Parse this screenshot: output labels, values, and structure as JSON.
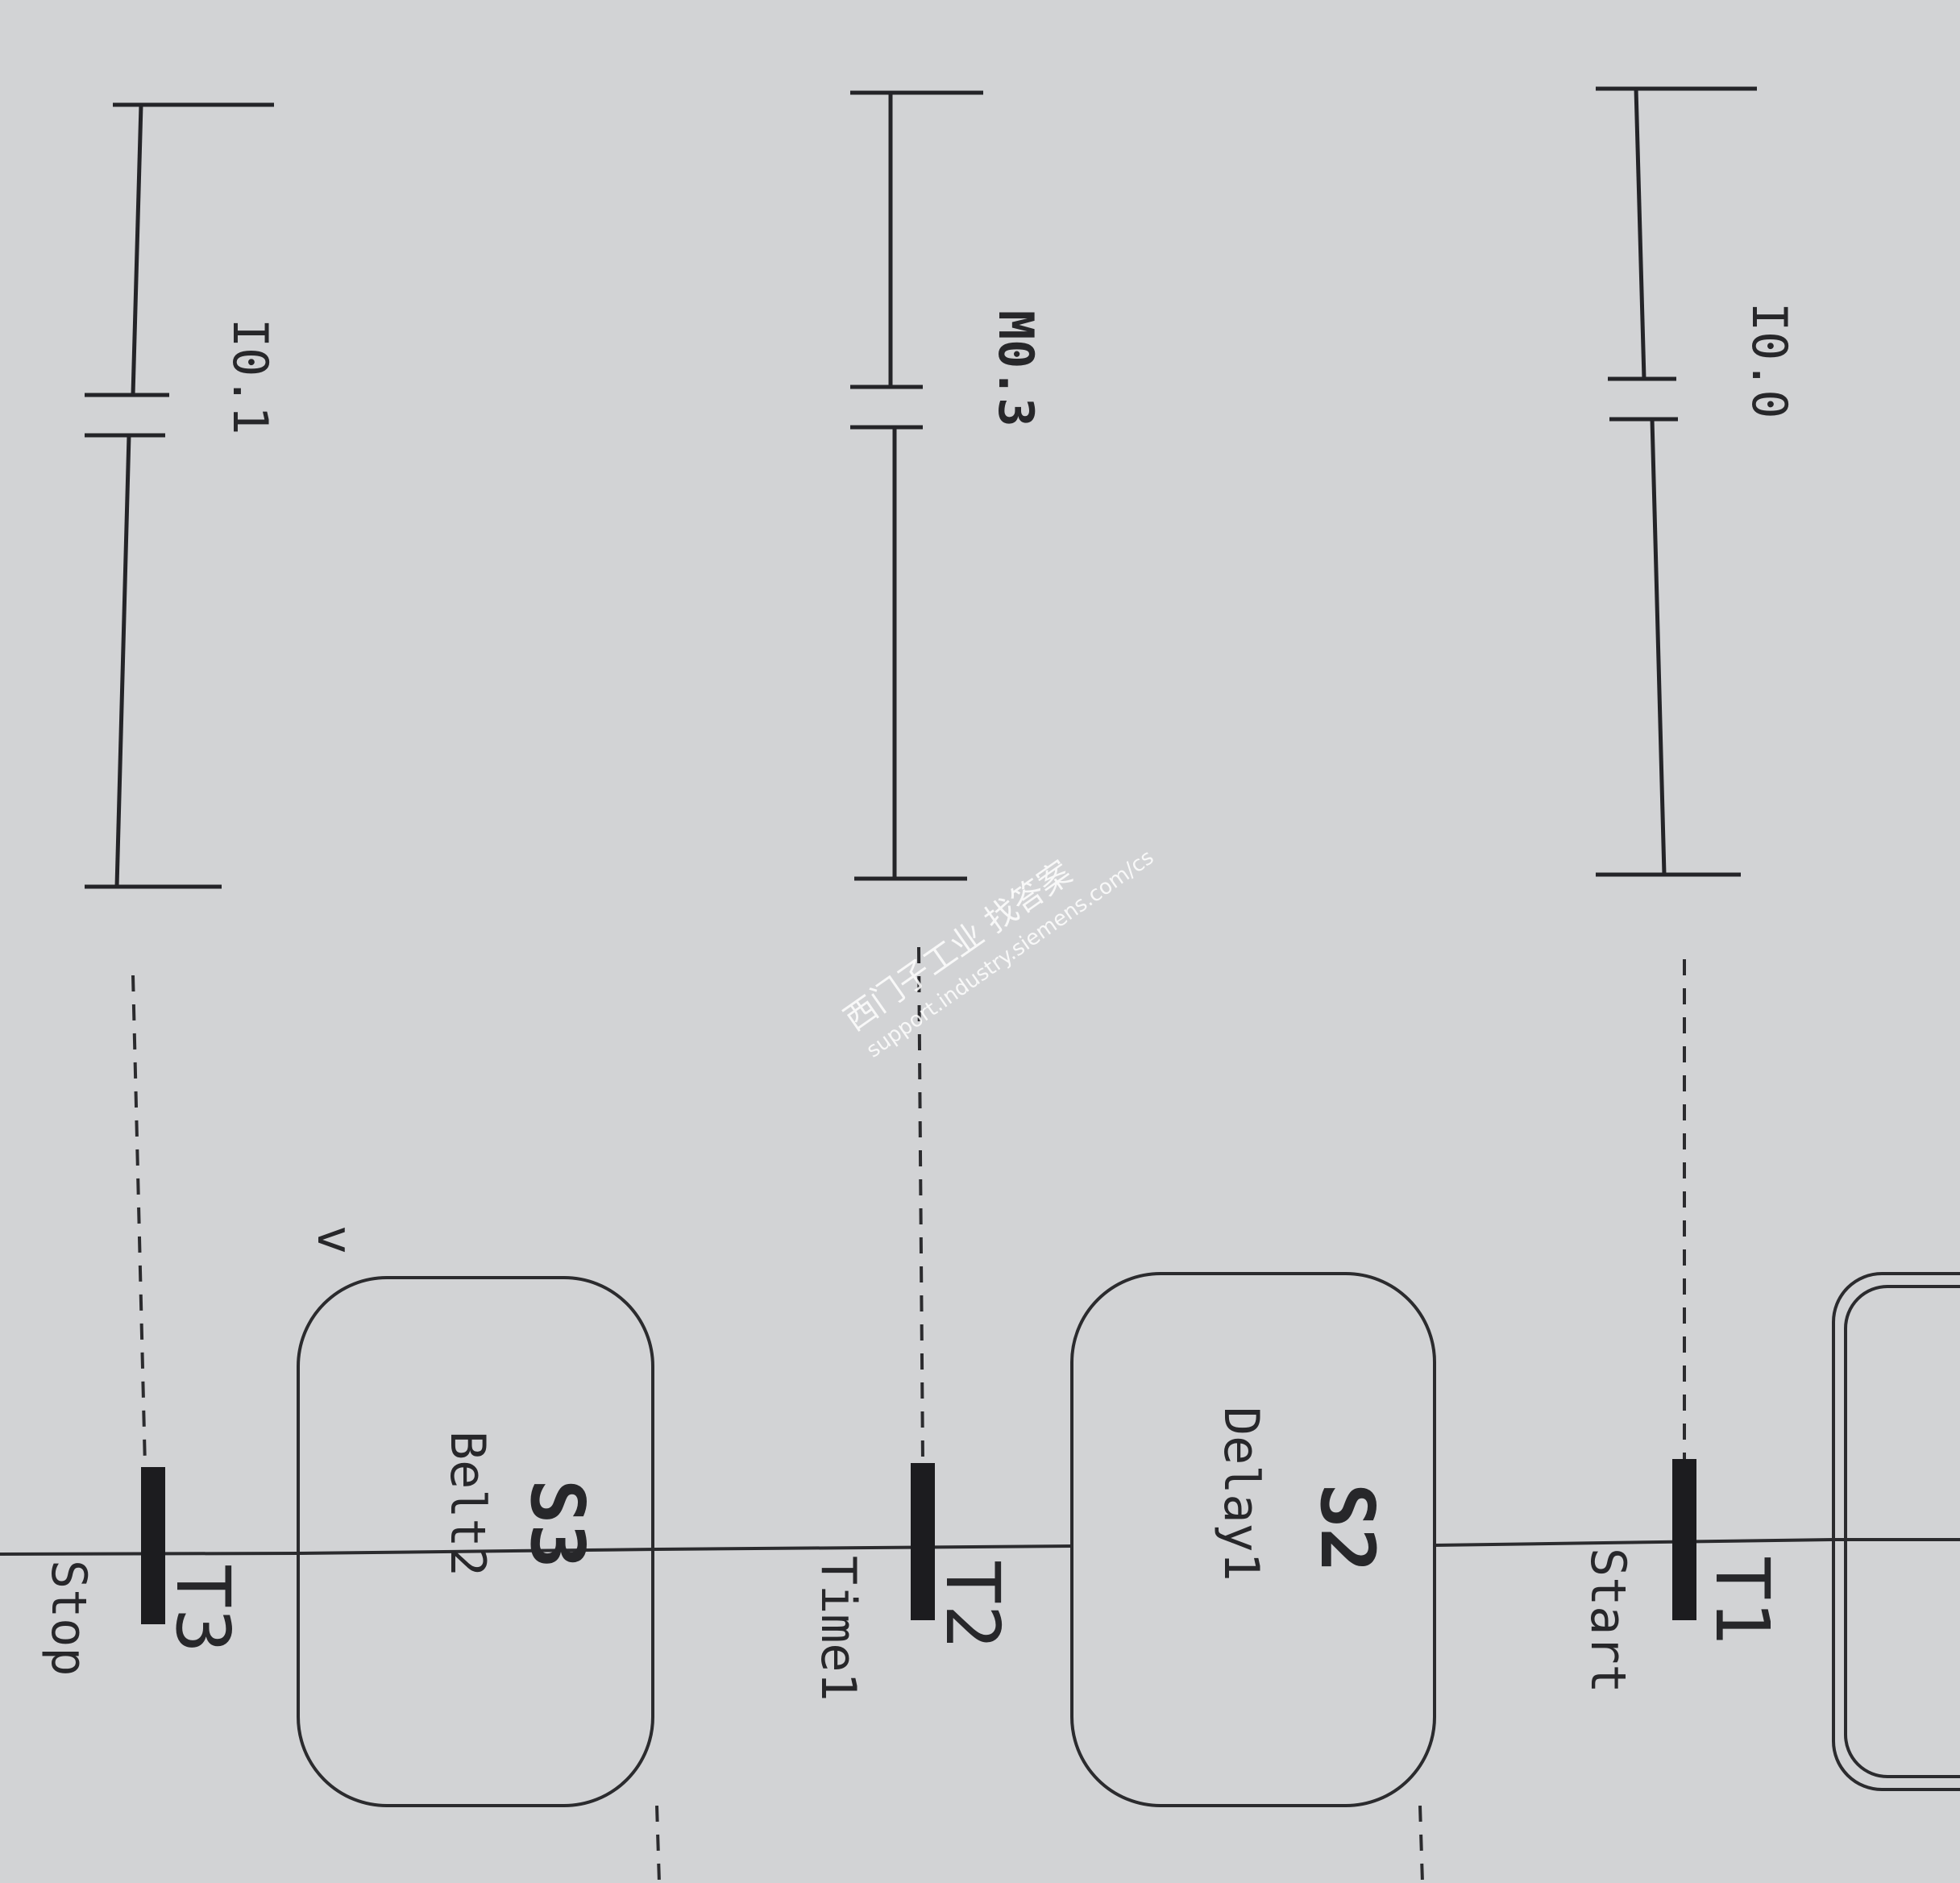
{
  "diagram": {
    "transitions": [
      {
        "id": "T1",
        "name": "Start",
        "contact": "I0.0"
      },
      {
        "id": "T2",
        "name": "Time1",
        "contact": "M0.3"
      },
      {
        "id": "T3",
        "name": "Stop",
        "contact": "I0.1"
      }
    ],
    "steps": [
      {
        "id": "S2",
        "name": "Delay1"
      },
      {
        "id": "S3",
        "name": "Belt2"
      }
    ],
    "marker": "v"
  },
  "watermark": {
    "line1": "西门子工业 找答案",
    "line2": "support.industry.siemens.com/cs"
  }
}
